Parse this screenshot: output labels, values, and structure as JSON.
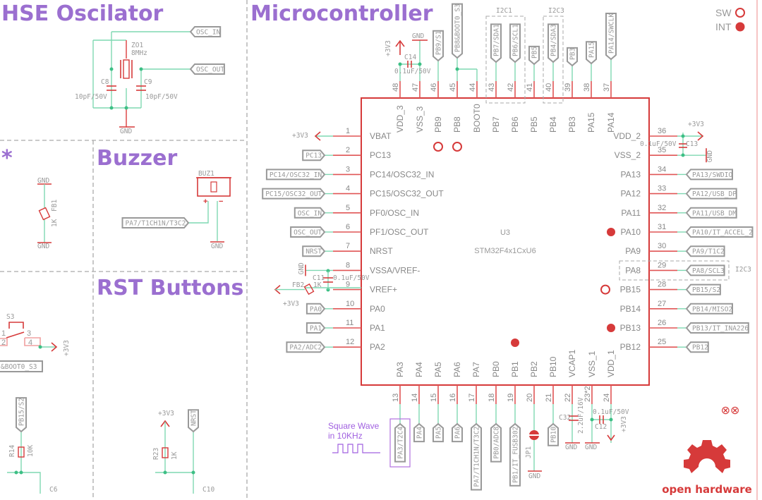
{
  "sections": {
    "hse": "HSE Oscilator",
    "mcu": "Microcontroller",
    "buzzer": "Buzzer",
    "rst": "RST Buttons",
    "star": "*"
  },
  "legend": {
    "sw": "SW",
    "int": "INT"
  },
  "chip": {
    "ref": "U3",
    "part": "STM32F4x1CxU6"
  },
  "left_pins": [
    {
      "num": "1",
      "name": "VBAT",
      "net": "+3V3",
      "kind": "supply"
    },
    {
      "num": "2",
      "name": "PC13",
      "net": "PC13",
      "kind": "flag"
    },
    {
      "num": "3",
      "name": "PC14/OSC32_IN",
      "net": "PC14/OSC32_IN",
      "kind": "flag"
    },
    {
      "num": "4",
      "name": "PC15/OSC32_OUT",
      "net": "PC15/OSC32_OUT",
      "kind": "flag"
    },
    {
      "num": "5",
      "name": "PF0/OSC_IN",
      "net": "OSC_IN",
      "kind": "flag"
    },
    {
      "num": "6",
      "name": "PF1/OSC_OUT",
      "net": "OSC_OUT",
      "kind": "flag"
    },
    {
      "num": "7",
      "name": "NRST",
      "net": "NRST",
      "kind": "flag"
    },
    {
      "num": "8",
      "name": "VSSA/VREF-",
      "net": "GND",
      "kind": "gnd"
    },
    {
      "num": "9",
      "name": "VREF+",
      "net": "+3V3",
      "kind": "supply"
    },
    {
      "num": "10",
      "name": "PA0",
      "net": "PA0",
      "kind": "flag"
    },
    {
      "num": "11",
      "name": "PA1",
      "net": "PA1",
      "kind": "flag"
    },
    {
      "num": "12",
      "name": "PA2",
      "net": "PA2/ADC2",
      "kind": "flag"
    }
  ],
  "right_pins": [
    {
      "num": "36",
      "name": "VDD_2",
      "net": "+3V3",
      "kind": "supply"
    },
    {
      "num": "35",
      "name": "VSS_2",
      "net": "GND",
      "kind": "gnd"
    },
    {
      "num": "34",
      "name": "PA13",
      "net": "PA13/SWDIO",
      "kind": "flag"
    },
    {
      "num": "33",
      "name": "PA12",
      "net": "PA12/USB_DP",
      "kind": "flag"
    },
    {
      "num": "32",
      "name": "PA11",
      "net": "PA11/USB_DM",
      "kind": "flag"
    },
    {
      "num": "31",
      "name": "PA10",
      "net": "PA10/IT_ACCEL_2",
      "kind": "flag",
      "mark": "int"
    },
    {
      "num": "30",
      "name": "PA9",
      "net": "PA9/T1C2",
      "kind": "flag"
    },
    {
      "num": "29",
      "name": "PA8",
      "net": "PA8/SCL3",
      "kind": "flag"
    },
    {
      "num": "28",
      "name": "PB15",
      "net": "PB15/S2",
      "kind": "flag",
      "mark": "sw"
    },
    {
      "num": "27",
      "name": "PB14",
      "net": "PB14/MISO2",
      "kind": "flag"
    },
    {
      "num": "26",
      "name": "PB13",
      "net": "PB13/IT_INA226",
      "kind": "flag",
      "mark": "int"
    },
    {
      "num": "25",
      "name": "PB12",
      "net": "PB12",
      "kind": "flag"
    }
  ],
  "top_pins": [
    {
      "num": "48",
      "name": "VDD_3",
      "net": ""
    },
    {
      "num": "47",
      "name": "VSS_3",
      "net": ""
    },
    {
      "num": "46",
      "name": "PB9",
      "net": "PB9/S1"
    },
    {
      "num": "45",
      "name": "PB8",
      "net": "PB8&BOOT0_S3"
    },
    {
      "num": "44",
      "name": "BOOT0",
      "net": ""
    },
    {
      "num": "43",
      "name": "PB7",
      "net": "PB7/SDA1"
    },
    {
      "num": "42",
      "name": "PB6",
      "net": "PB6/SCL1"
    },
    {
      "num": "41",
      "name": "PB5",
      "net": "PB5"
    },
    {
      "num": "40",
      "name": "PB4",
      "net": "PB4/SDA3"
    },
    {
      "num": "39",
      "name": "PB3",
      "net": "PB3"
    },
    {
      "num": "38",
      "name": "PA15",
      "net": "PA15"
    },
    {
      "num": "37",
      "name": "PA14",
      "net": "PA14/SWCLK"
    }
  ],
  "bottom_pins": [
    {
      "num": "13",
      "name": "PA3",
      "net": "PA3/T2C4"
    },
    {
      "num": "14",
      "name": "PA4",
      "net": "PA4"
    },
    {
      "num": "15",
      "name": "PA5",
      "net": "PA5"
    },
    {
      "num": "16",
      "name": "PA6",
      "net": "PA6"
    },
    {
      "num": "17",
      "name": "PA7",
      "net": "PA7/T1CH1N/T3C2"
    },
    {
      "num": "18",
      "name": "PB0",
      "net": "PB0/ADC8"
    },
    {
      "num": "19",
      "name": "PB1",
      "net": "PB1/IT_FUSB302"
    },
    {
      "num": "20",
      "name": "PB2",
      "net": ""
    },
    {
      "num": "21",
      "name": "PB10",
      "net": "PB10"
    },
    {
      "num": "22",
      "name": "VCAP1",
      "net": ""
    },
    {
      "num": "23*2",
      "name": "VSS_1",
      "net": ""
    },
    {
      "num": "24",
      "name": "VDD_1",
      "net": ""
    }
  ],
  "groups": {
    "i2c1": "I2C1",
    "i2c3": "I2C3",
    "i2c3b": "I2C3"
  },
  "parts": {
    "c14": {
      "ref": "C14",
      "val": "0.1uF/50V"
    },
    "c13": {
      "ref": "C13",
      "val": "0.1uF/50V"
    },
    "c11": {
      "ref": "C11",
      "val": "0.1uF/50V"
    },
    "fb2": {
      "ref": "FB2",
      "val": "1K"
    },
    "c32": {
      "ref": "C32",
      "val": "2.2uF/16V"
    },
    "c12": {
      "ref": "C12",
      "val": "0.1uF/50V"
    },
    "jp1": {
      "ref": "JP1"
    },
    "zo1": {
      "ref": "ZO1",
      "val": "8MHz"
    },
    "c8": {
      "ref": "C8",
      "val": "10pF/50V"
    },
    "c9": {
      "ref": "C9",
      "val": "10pF/50V"
    },
    "fb": {
      "ref": "FB1",
      "val": "1K"
    },
    "buz1": {
      "ref": "BUZ1"
    },
    "s3": {
      "ref": "S3"
    },
    "r14": {
      "ref": "R14",
      "val": "10K"
    },
    "r23": {
      "ref": "R23",
      "val": "1K"
    },
    "c6": {
      "ref": "C6"
    },
    "c10": {
      "ref": "C10"
    }
  },
  "nets": {
    "gnd": "GND",
    "v33": "+3V3",
    "osc_in": "OSC_IN",
    "osc_out": "OSC_OUT",
    "buz_net": "PA7/T1CH1N/T3C2",
    "boot_net": "&BOOT0_S3",
    "pb15s2": "PB15/S2",
    "nrst": "NRST"
  },
  "annotation": {
    "line1": "Square Wave",
    "line2": "in 10KHz"
  },
  "logo": {
    "text": "open hardware"
  },
  "pin_labels_misc": {
    "p1": "1",
    "p2": "2",
    "p3": "3",
    "p4": "4"
  }
}
